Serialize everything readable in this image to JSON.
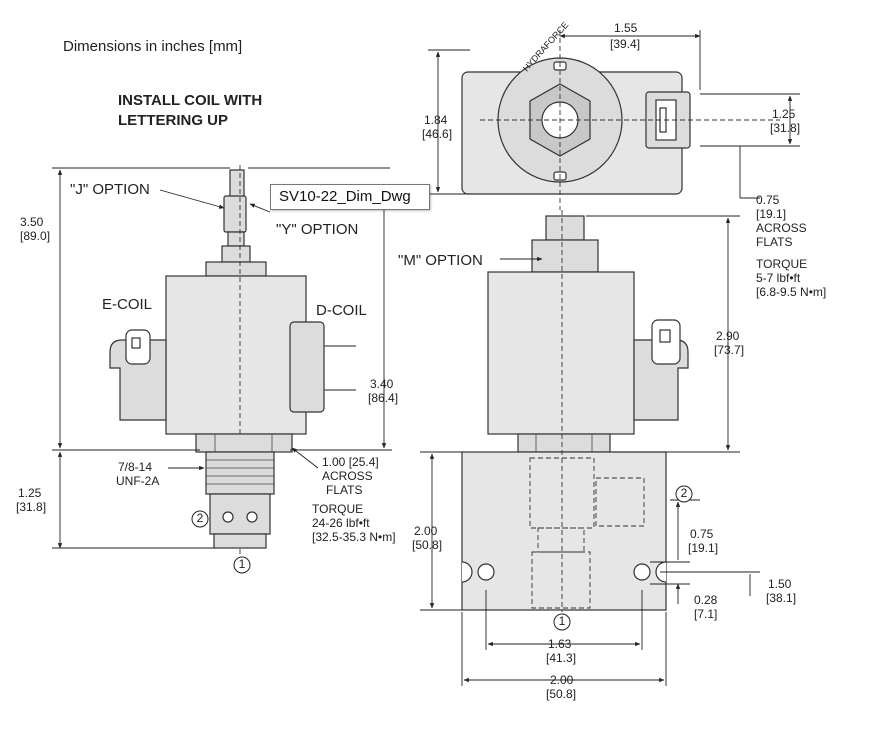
{
  "header": {
    "units_note": "Dimensions in inches [mm]",
    "install_line1": "INSTALL COIL WITH",
    "install_line2": "LETTERING UP"
  },
  "tooltip": {
    "text": "SV10-22_Dim_Dwg"
  },
  "side_view": {
    "j_option": "\"J\" OPTION",
    "y_option": "\"Y\" OPTION",
    "e_coil": "E-COIL",
    "d_coil": "D-COIL",
    "dim_height_in": "3.50",
    "dim_height_mm": "[89.0]",
    "dim_coil_in": "3.40",
    "dim_coil_mm": "[86.4]",
    "dim_cart_in": "1.25",
    "dim_cart_mm": "[31.8]",
    "thread_1": "7/8-14",
    "thread_2": "UNF-2A",
    "flats_1": "1.00 [25.4]",
    "flats_2": "ACROSS",
    "flats_3": "FLATS",
    "torque_1": "TORQUE",
    "torque_2": "24-26 lbf•ft",
    "torque_3": "[32.5-35.3 N•m]",
    "port_1": "1",
    "port_2": "2"
  },
  "top_view": {
    "width_in": "1.55",
    "width_mm": "[39.4]",
    "height_in": "1.84",
    "height_mm": "[46.6]",
    "right_in": "1.25",
    "right_mm": "[31.8]",
    "brand_text": "HYDRAFORCE"
  },
  "front_view": {
    "m_option": "\"M\" OPTION",
    "flats_in": "0.75",
    "flats_mm": "[19.1]",
    "flats_1": "ACROSS",
    "flats_2": "FLATS",
    "torque_1": "TORQUE",
    "torque_2": "5-7 lbf•ft",
    "torque_3": "[6.8-9.5 N•m]",
    "dim_290_in": "2.90",
    "dim_290_mm": "[73.7]",
    "dim_200v_in": "2.00",
    "dim_200v_mm": "[50.8]",
    "dim_075_in": "0.75",
    "dim_075_mm": "[19.1]",
    "dim_150_in": "1.50",
    "dim_150_mm": "[38.1]",
    "dim_028_in": "0.28",
    "dim_028_mm": "[7.1]",
    "dim_163_in": "1.63",
    "dim_163_mm": "[41.3]",
    "dim_200h_in": "2.00",
    "dim_200h_mm": "[50.8]",
    "port_1": "1",
    "port_2": "2"
  }
}
